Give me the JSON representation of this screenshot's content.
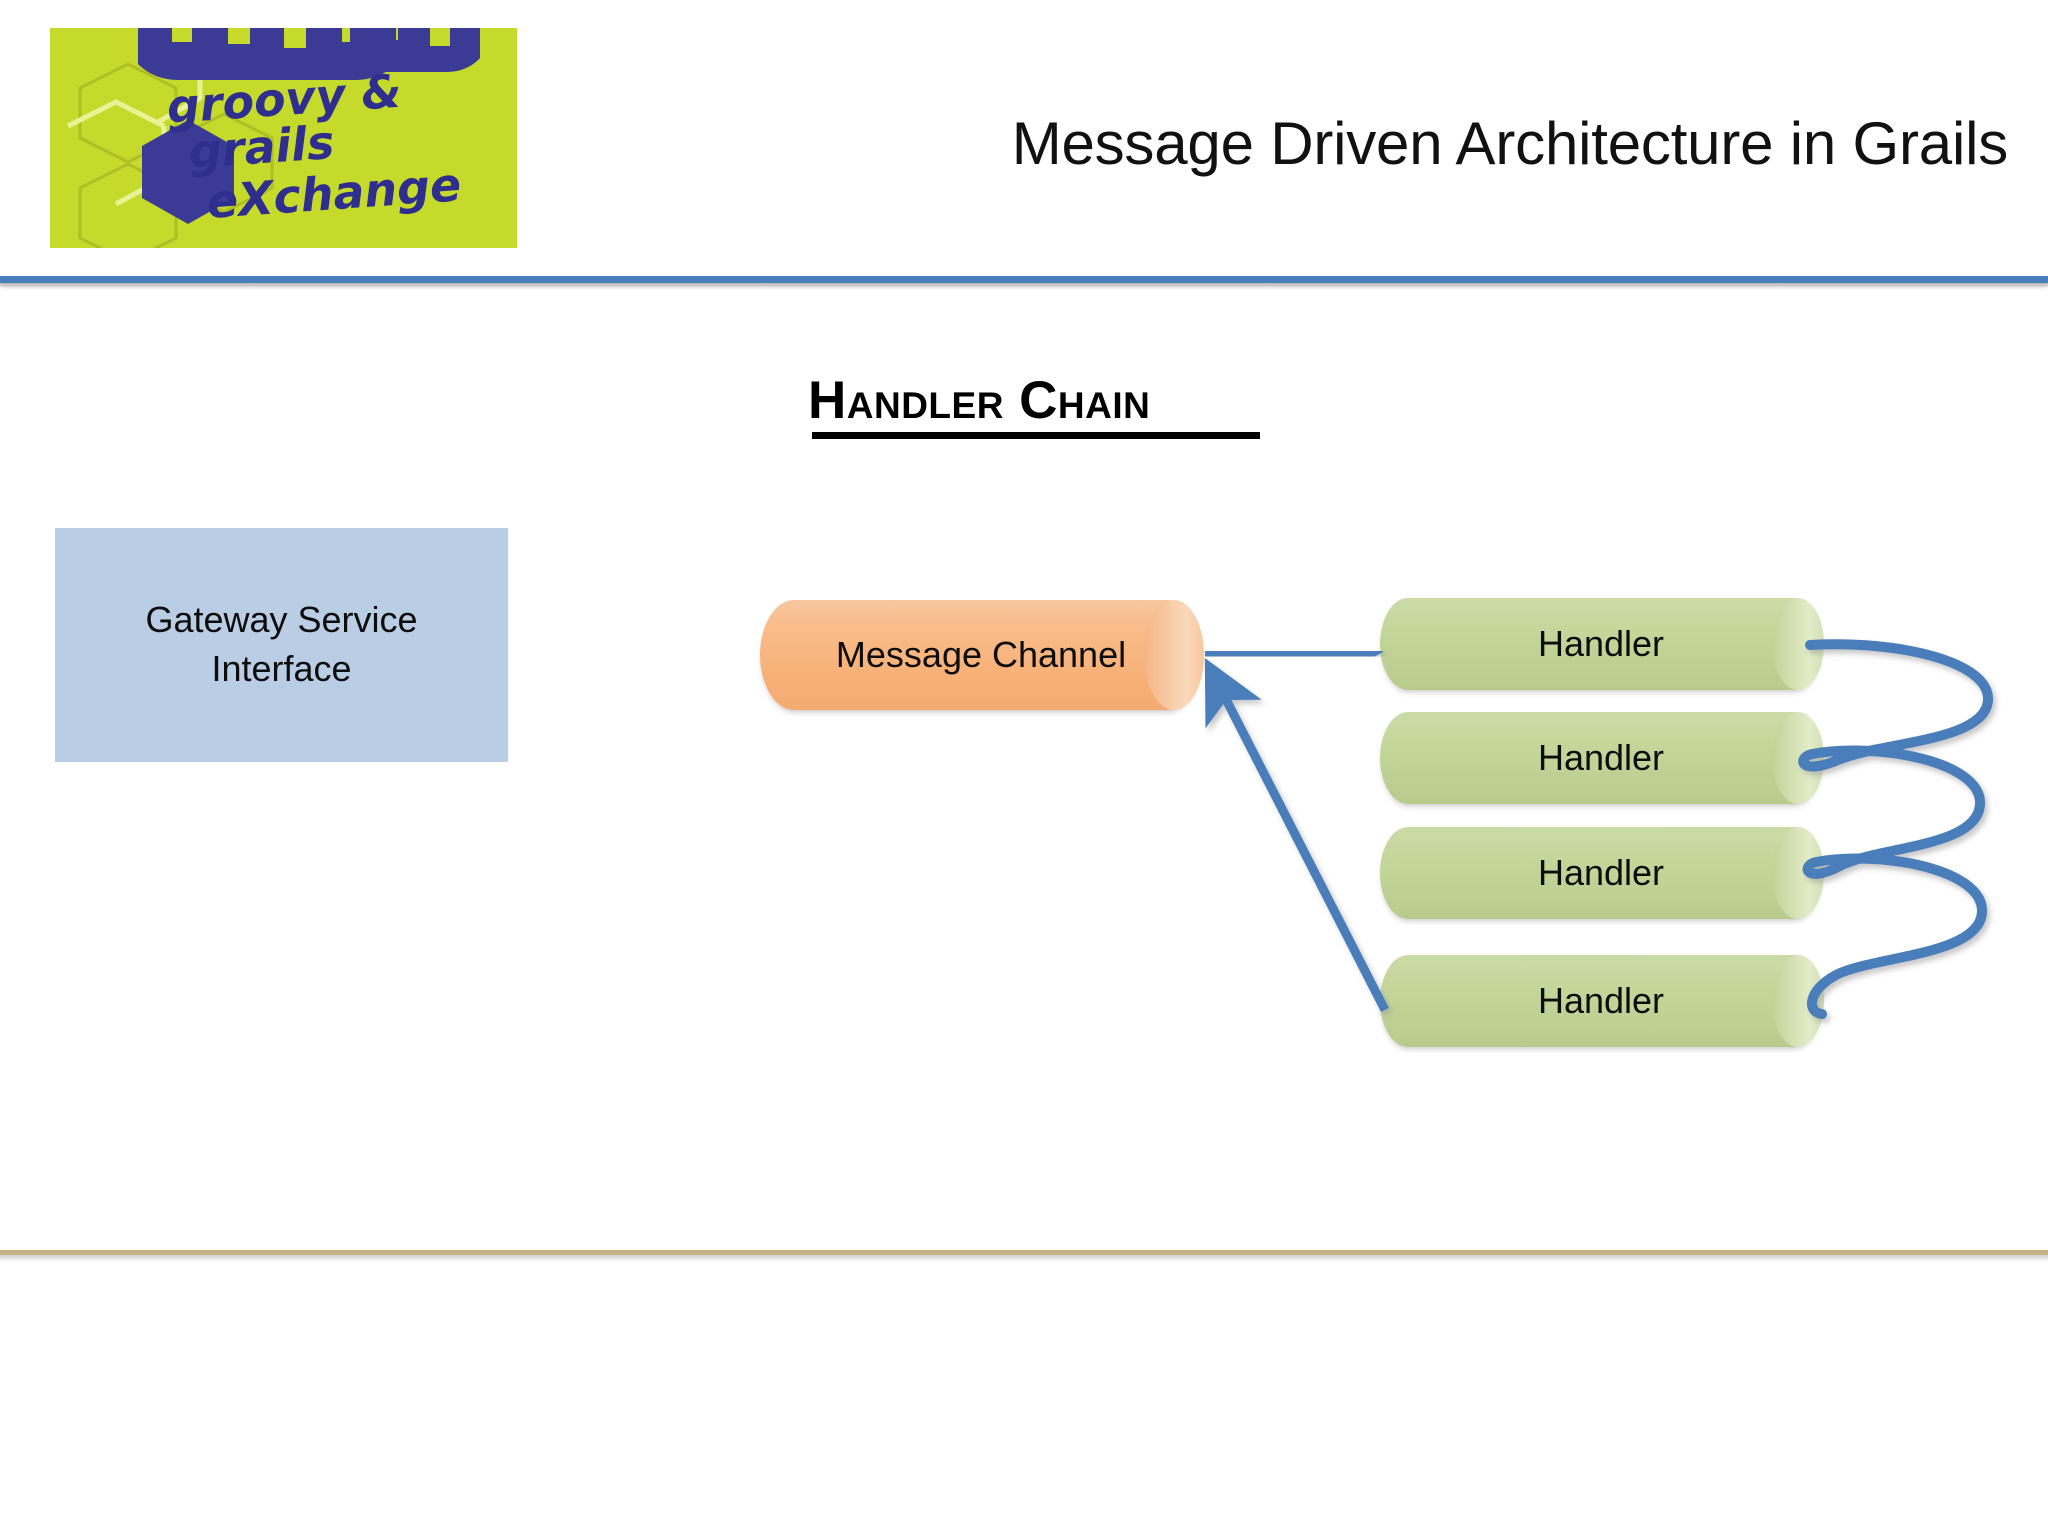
{
  "slide": {
    "deck_title": "Message Driven Architecture in Grails",
    "section_heading": "Handler Chain",
    "logo": {
      "name": "groovy-grails-exchange-logo",
      "line1": "groovy &",
      "line2": "grails",
      "line3": "eXchange",
      "background_color": "#c6da2c",
      "ink_color": "#2e2e8f"
    },
    "divider_top_color": "#4a7ebb",
    "divider_bottom_color": "#c3b283"
  },
  "diagram": {
    "type": "flow",
    "gateway": {
      "label_line1": "Gateway Service",
      "label_line2": "Interface",
      "fill_color": "#b9cde5"
    },
    "channel": {
      "label": "Message Channel",
      "fill_color": "#f9bd8c"
    },
    "handlers": [
      {
        "label": "Handler"
      },
      {
        "label": "Handler"
      },
      {
        "label": "Handler"
      },
      {
        "label": "Handler"
      }
    ],
    "handler_fill_color": "#c6d79c",
    "connector_color": "#4a7ebb",
    "connections": [
      {
        "from": "gateway",
        "to": "channel",
        "style": "double-arrow"
      },
      {
        "from": "channel",
        "to": "handler-1",
        "style": "arrow"
      },
      {
        "from": "handler-1",
        "to": "handler-2",
        "style": "serpentine"
      },
      {
        "from": "handler-2",
        "to": "handler-3",
        "style": "serpentine"
      },
      {
        "from": "handler-3",
        "to": "handler-4",
        "style": "serpentine"
      },
      {
        "from": "handler-4",
        "to": "channel",
        "style": "arrow"
      }
    ]
  }
}
